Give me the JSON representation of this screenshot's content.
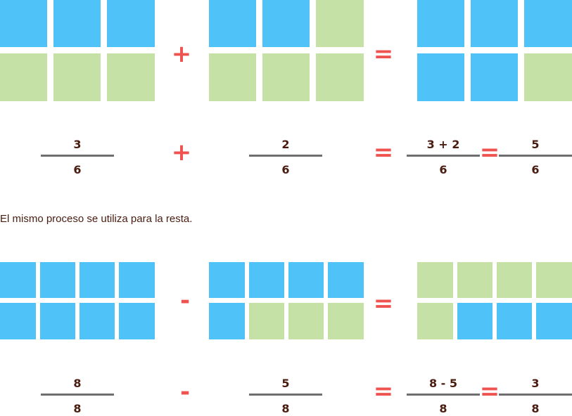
{
  "colors": {
    "blue": "#4fc3f7",
    "green": "#c5e1a5",
    "operator": "#ef5350"
  },
  "addition": {
    "grids": [
      [
        "b",
        "b",
        "b",
        "g",
        "g",
        "g"
      ],
      [
        "b",
        "b",
        "g",
        "g",
        "g",
        "g"
      ],
      [
        "b",
        "b",
        "b",
        "b",
        "b",
        "g"
      ]
    ],
    "plus": "+",
    "equals": "=",
    "fractions": [
      {
        "n": "3",
        "d": "6"
      },
      {
        "n": "2",
        "d": "6"
      },
      {
        "n": "3 + 2",
        "d": "6"
      },
      {
        "n": "5",
        "d": "6"
      }
    ]
  },
  "sentence": "El mismo proceso se utiliza para la resta.",
  "subtraction": {
    "grids": [
      [
        "b",
        "b",
        "b",
        "b",
        "b",
        "b",
        "b",
        "b"
      ],
      [
        "b",
        "b",
        "b",
        "b",
        "b",
        "g",
        "g",
        "g"
      ],
      [
        "g",
        "g",
        "g",
        "g",
        "g",
        "b",
        "b",
        "b"
      ]
    ],
    "minus": "-",
    "equals": "=",
    "fractions": [
      {
        "n": "8",
        "d": "8"
      },
      {
        "n": "5",
        "d": "8"
      },
      {
        "n": "8 - 5",
        "d": "8"
      },
      {
        "n": "3",
        "d": "8"
      }
    ]
  }
}
